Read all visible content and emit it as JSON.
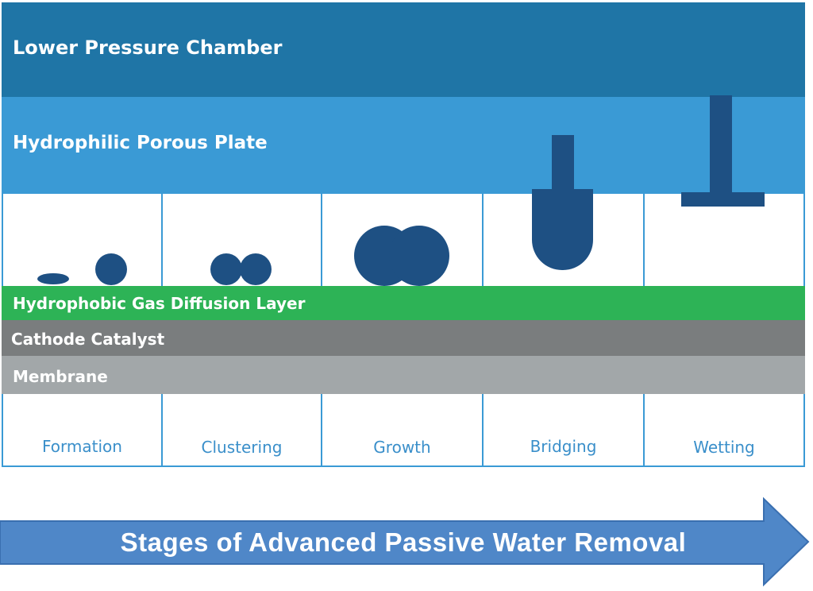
{
  "layers": {
    "lower_pressure_chamber": "Lower Pressure Chamber",
    "hydrophilic_porous_plate": "Hydrophilic Porous Plate",
    "gas_diffusion_layer": "Hydrophobic Gas Diffusion Layer",
    "cathode_catalyst": "Cathode Catalyst",
    "membrane": "Membrane"
  },
  "stages": [
    "Formation",
    "Clustering",
    "Growth",
    "Bridging",
    "Wetting"
  ],
  "arrow_label": "Stages of Advanced Passive Water Removal",
  "colors": {
    "chamber": "#1f75a6",
    "porous_plate": "#3a9ad5",
    "gas_diffusion_layer": "#2db356",
    "catalyst": "#7a7d7e",
    "membrane": "#a2a7a9",
    "water": "#1e5083",
    "arrow": "#4f87c8"
  }
}
